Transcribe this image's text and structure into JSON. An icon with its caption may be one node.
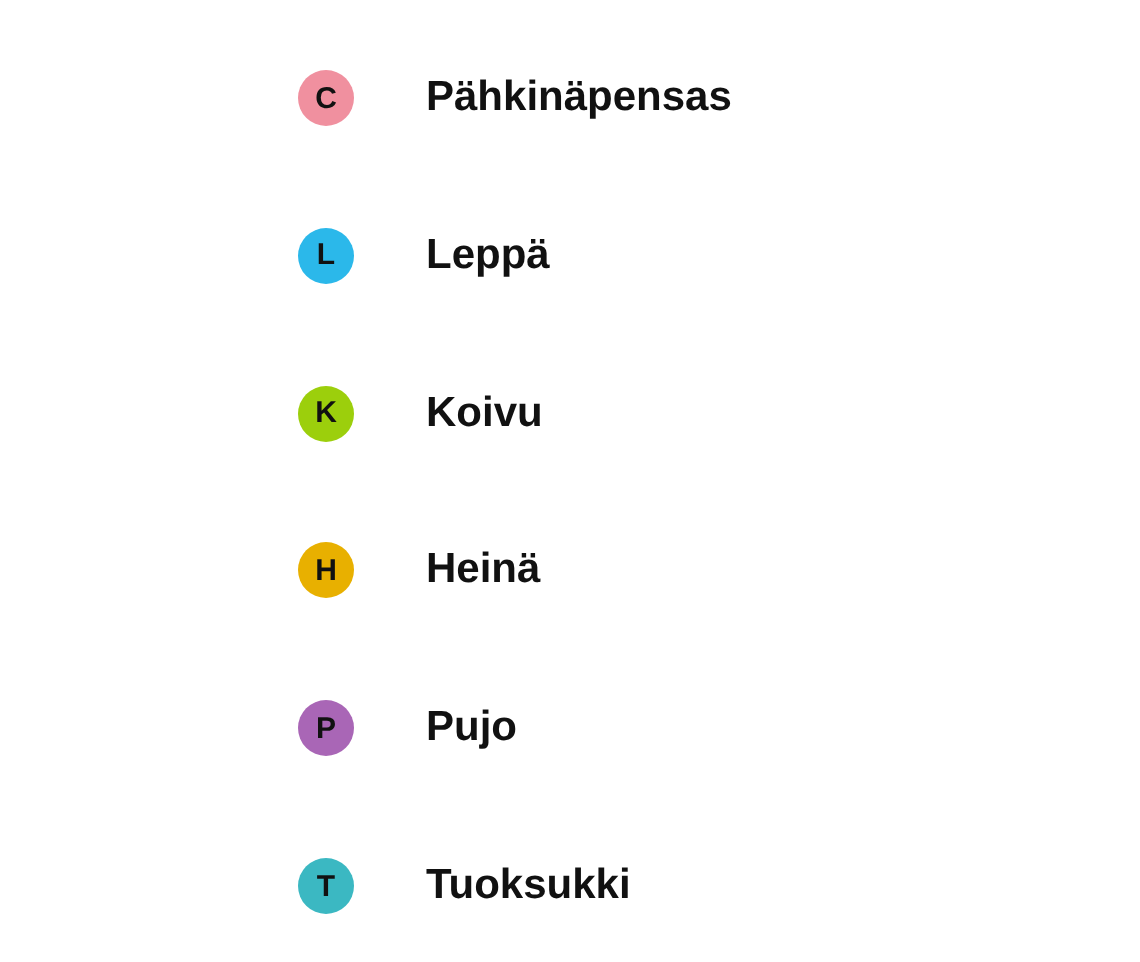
{
  "diagram": {
    "labels": [
      "C",
      "L",
      "K",
      "H",
      "P",
      "T"
    ],
    "legend": [
      {
        "text": "Pähkinäpensas",
        "color": "#f0909f"
      },
      {
        "text": "Leppä",
        "color": "#2bb8ea"
      },
      {
        "text": "Koivu",
        "color": "#9ccf0c"
      },
      {
        "text": "Heinä",
        "color": "#e8b000"
      },
      {
        "text": "Pujo",
        "color": "#a966b6"
      },
      {
        "text": "Tuoksukki",
        "color": "#3bb8c2"
      }
    ]
  }
}
